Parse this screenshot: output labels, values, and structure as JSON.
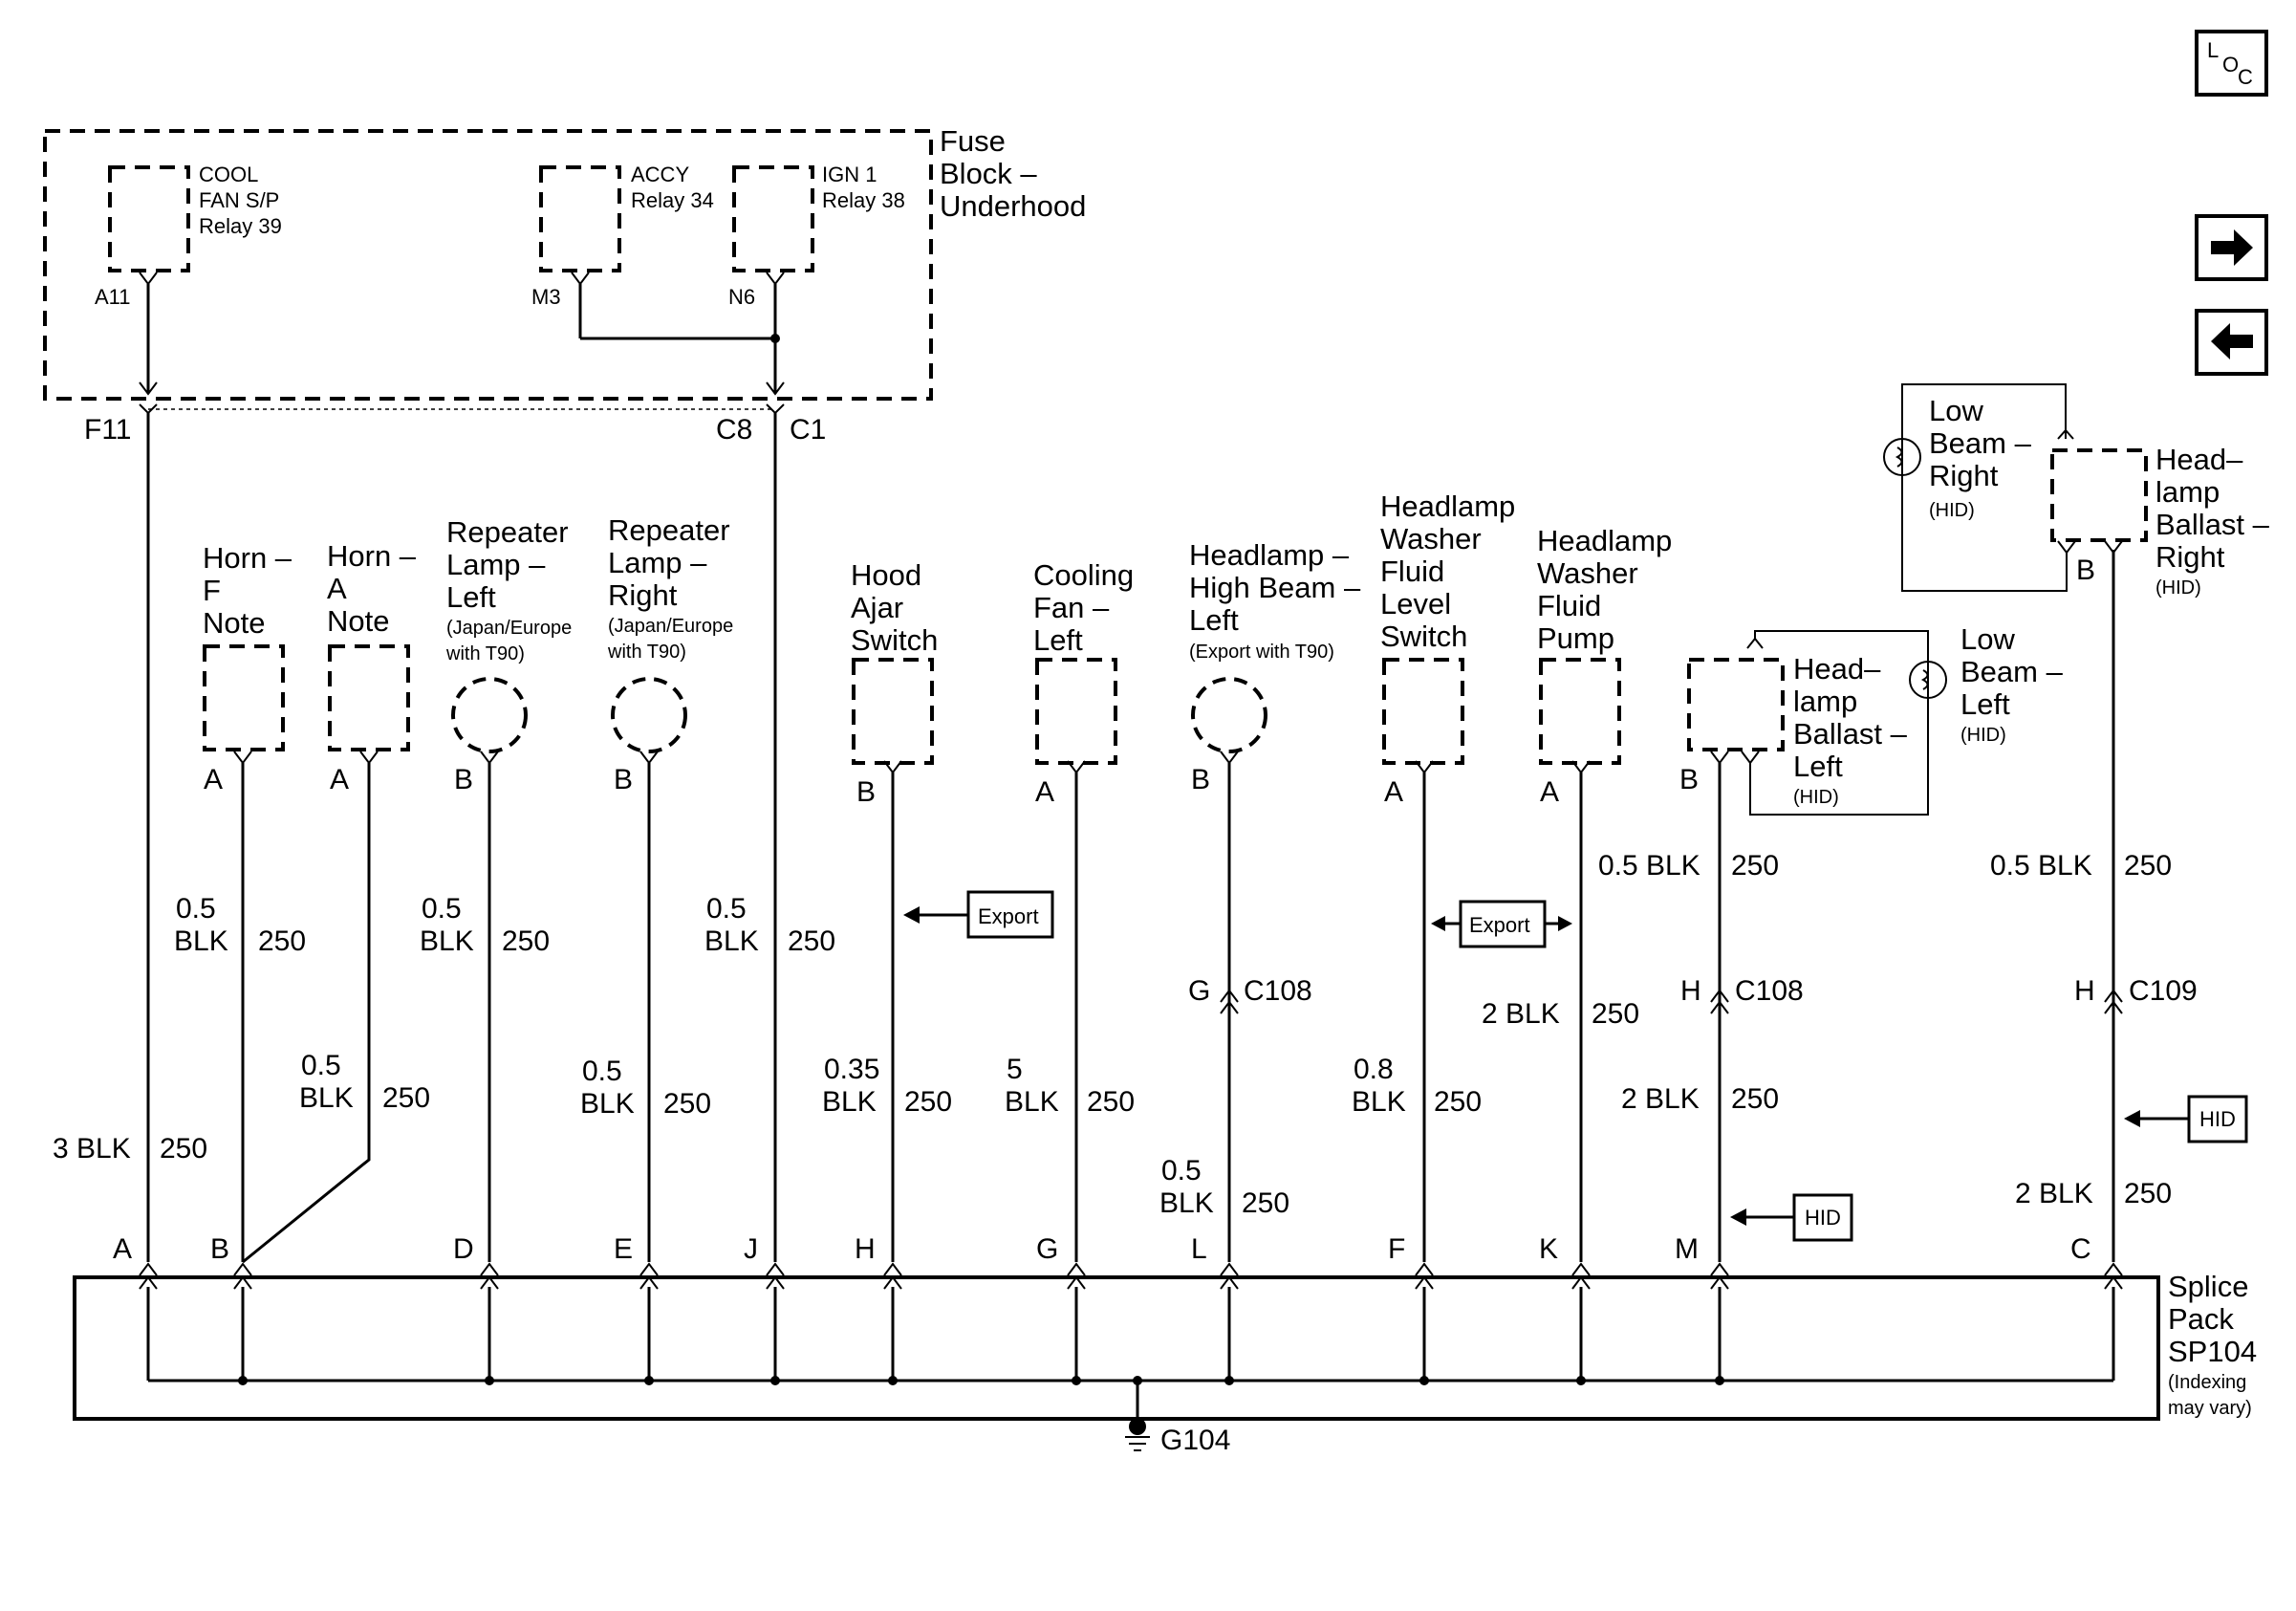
{
  "fuse_block": {
    "label": [
      "Fuse",
      "Block –",
      "Underhood"
    ]
  },
  "relays": [
    {
      "id": "cool-fan-relay",
      "label": [
        "COOL",
        "FAN S/P",
        "Relay 39"
      ],
      "terminal": "A11"
    },
    {
      "id": "accy-relay",
      "label": [
        "ACCY",
        "Relay 34"
      ],
      "terminal": "M3"
    },
    {
      "id": "ign1-relay",
      "label": [
        "IGN 1",
        "Relay 38"
      ],
      "terminal": "N6"
    }
  ],
  "fuse_connectors": {
    "left": "F11",
    "mid_left": "C8",
    "mid_right": "C1"
  },
  "components": [
    {
      "id": "horn-f",
      "label": [
        "Horn –",
        "F",
        "Note"
      ],
      "pin": "A"
    },
    {
      "id": "horn-a",
      "label": [
        "Horn –",
        "A",
        "Note"
      ],
      "pin": "A"
    },
    {
      "id": "repeater-left",
      "label": [
        "Repeater",
        "Lamp –",
        "Left"
      ],
      "note": [
        "(Japan/Europe",
        "with T90)"
      ],
      "pin": "B"
    },
    {
      "id": "repeater-right",
      "label": [
        "Repeater",
        "Lamp –",
        "Right"
      ],
      "note": [
        "(Japan/Europe",
        "with T90)"
      ],
      "pin": "B"
    },
    {
      "id": "hood-ajar",
      "label": [
        "Hood",
        "Ajar",
        "Switch"
      ],
      "pin": "B"
    },
    {
      "id": "cooling-fan",
      "label": [
        "Cooling",
        "Fan –",
        "Left"
      ],
      "pin": "A"
    },
    {
      "id": "headlamp-high-left",
      "label": [
        "Headlamp –",
        "High Beam –",
        "Left"
      ],
      "note": [
        "(Export with T90)"
      ],
      "pin": "B"
    },
    {
      "id": "washer-level-switch",
      "label": [
        "Headlamp",
        "Washer",
        "Fluid",
        "Level",
        "Switch"
      ],
      "pin": "A"
    },
    {
      "id": "washer-pump",
      "label": [
        "Headlamp",
        "Washer",
        "Fluid",
        "Pump"
      ],
      "pin": "A"
    },
    {
      "id": "ballast-left",
      "label": [
        "Head–",
        "lamp",
        "Ballast –",
        "Left"
      ],
      "note": [
        "(HID)"
      ],
      "pin": "B"
    },
    {
      "id": "low-beam-left",
      "label": [
        "Low",
        "Beam –",
        "Left"
      ],
      "note": [
        "(HID)"
      ]
    },
    {
      "id": "ballast-right",
      "label": [
        "Head–",
        "lamp",
        "Ballast –",
        "Right"
      ],
      "note": [
        "(HID)"
      ],
      "pin": "B"
    },
    {
      "id": "low-beam-right",
      "label": [
        "Low",
        "Beam –",
        "Right"
      ],
      "note": [
        "(HID)"
      ]
    }
  ],
  "wire_labels": {
    "f11": [
      "3 BLK",
      "250"
    ],
    "horn_f": [
      "0.5",
      "BLK",
      "250"
    ],
    "horn_a": [
      "0.5",
      "BLK",
      "250"
    ],
    "rep_left": [
      "0.5",
      "BLK",
      "250"
    ],
    "rep_right": [
      "0.5",
      "BLK",
      "250"
    ],
    "c1": [
      "0.5",
      "BLK",
      "250"
    ],
    "hood": [
      "0.35",
      "BLK",
      "250"
    ],
    "fan": [
      "5",
      "BLK",
      "250"
    ],
    "high_beam": [
      "0.5",
      "BLK",
      "250"
    ],
    "level_switch": [
      "0.8",
      "BLK",
      "250"
    ],
    "pump": [
      "2 BLK",
      "250"
    ],
    "ballast_left_upper": [
      "0.5 BLK",
      "250"
    ],
    "ballast_left_lower": [
      "2 BLK",
      "250"
    ],
    "ballast_right_upper": [
      "0.5 BLK",
      "250"
    ],
    "ballast_right_lower": [
      "2 BLK",
      "250"
    ]
  },
  "inline_connectors": {
    "high_beam": {
      "pin": "G",
      "name": "C108"
    },
    "ballast_left": {
      "pin": "H",
      "name": "C108"
    },
    "ballast_right": {
      "pin": "H",
      "name": "C109"
    }
  },
  "option_tags": {
    "export": "Export",
    "hid": "HID"
  },
  "splice_pins": [
    "A",
    "B",
    "D",
    "E",
    "J",
    "H",
    "G",
    "L",
    "F",
    "K",
    "M",
    "C"
  ],
  "splice_pack": {
    "label": [
      "Splice",
      "Pack",
      "SP104"
    ],
    "note": [
      "(Indexing",
      "may vary)"
    ]
  },
  "ground": "G104",
  "nav": {
    "loc_icon": "location-icon",
    "next_icon": "arrow-right-icon",
    "prev_icon": "arrow-left-icon",
    "loc_letters": [
      "L",
      "O",
      "C"
    ]
  }
}
